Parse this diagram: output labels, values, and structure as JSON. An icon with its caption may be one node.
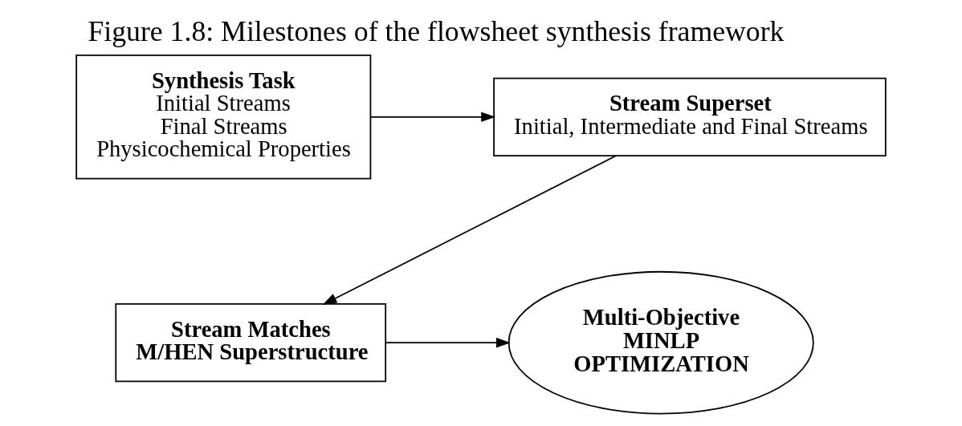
{
  "diagram": {
    "title": "Figure 1.8: Milestones of the flowsheet synthesis framework",
    "nodes": [
      {
        "text": [
          "Synthesis Task",
          "Initial Streams",
          "Final Streams",
          "Physicochemical Properties"
        ]
      },
      {
        "text": [
          "Stream Superset",
          "Initial, Intermediate and Final Streams"
        ]
      },
      {
        "text": [
          "Stream Matches",
          "M/HEN Superstructure"
        ]
      },
      {
        "text": [
          "Multi-Objective",
          "MINLP",
          "OPTIMIZATION"
        ]
      }
    ],
    "edges": [
      {
        "from": 0,
        "to": 1,
        "arrow": "to"
      },
      {
        "from": 1,
        "to": 2,
        "arrow": "to"
      },
      {
        "from": 2,
        "to": 3,
        "arrow": "to"
      }
    ]
  }
}
